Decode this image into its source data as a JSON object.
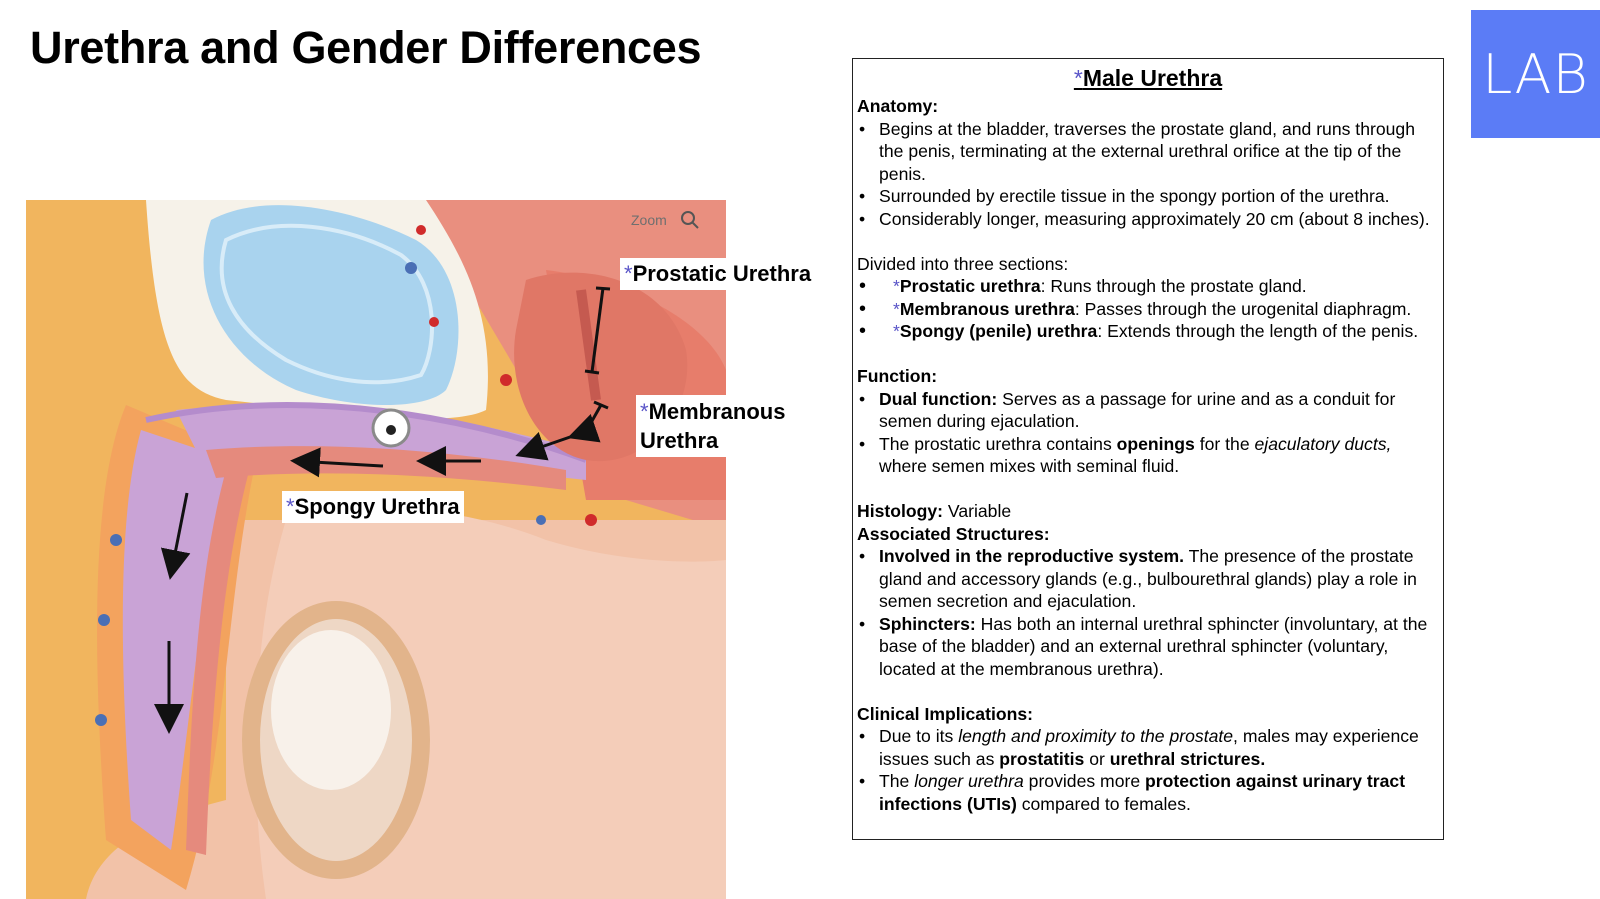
{
  "title": "Urethra and Gender Differences",
  "logo_text": "LAB",
  "colors": {
    "accent": "#5b7cf6",
    "asterisk": "#5a55c8"
  },
  "diagram": {
    "zoom_label": "Zoom",
    "labels": {
      "prostatic": "Prostatic Urethra",
      "membranous_line1": "Membranous",
      "membranous_line2": "Urethra",
      "spongy": "Spongy Urethra",
      "asterisk": "*"
    }
  },
  "panel": {
    "asterisk": "*",
    "title": "Male Urethra",
    "anatomy_heading": "Anatomy:",
    "anatomy_items": [
      "Begins at the bladder, traverses the prostate gland, and runs through the penis, terminating at the external urethral orifice at the tip of the penis.",
      "Surrounded by erectile tissue in the spongy portion of the urethra.",
      "Considerably longer, measuring approximately 20 cm (about 8 inches)."
    ],
    "sections_intro": "Divided into three sections:",
    "sections": [
      {
        "name": "Prostatic urethra",
        "desc": ": Runs through the prostate gland."
      },
      {
        "name": "Membranous urethra",
        "desc": ": Passes through the urogenital diaphragm."
      },
      {
        "name": "Spongy (penile) urethra",
        "desc": ": Extends through the length of the penis."
      }
    ],
    "function_heading": "Function:",
    "function_1_bold": "Dual function:",
    "function_1_text": " Serves as a passage for urine and as a conduit for semen during ejaculation.",
    "function_2_a": "The prostatic urethra contains ",
    "function_2_bold": "openings",
    "function_2_b": " for the ",
    "function_2_italic": "ejaculatory ducts,",
    "function_2_c": " where semen mixes with seminal fluid.",
    "histology_heading": "Histology:",
    "histology_value": " Variable",
    "assoc_heading": "Associated Structures:",
    "assoc_1_bold": "Involved in the reproductive system.",
    "assoc_1_text": " The presence of the prostate gland and accessory glands (e.g., bulbourethral glands) play a role in semen secretion and ejaculation.",
    "assoc_2_bold": "Sphincters:",
    "assoc_2_text": " Has both an internal urethral sphincter (involuntary, at the base of the bladder) and an external urethral sphincter (voluntary, located at the membranous urethra).",
    "clinical_heading": "Clinical Implications:",
    "clin_1_a": "Due to its ",
    "clin_1_italic": "length and proximity to the prostate",
    "clin_1_b": ", males may experience issues such as ",
    "clin_1_bold1": "prostatitis",
    "clin_1_c": " or ",
    "clin_1_bold2": "urethral strictures.",
    "clin_2_a": "The ",
    "clin_2_italic": "longer urethra",
    "clin_2_b": " provides more ",
    "clin_2_bold": "protection against urinary tract infections (UTIs)",
    "clin_2_c": " compared to females."
  }
}
